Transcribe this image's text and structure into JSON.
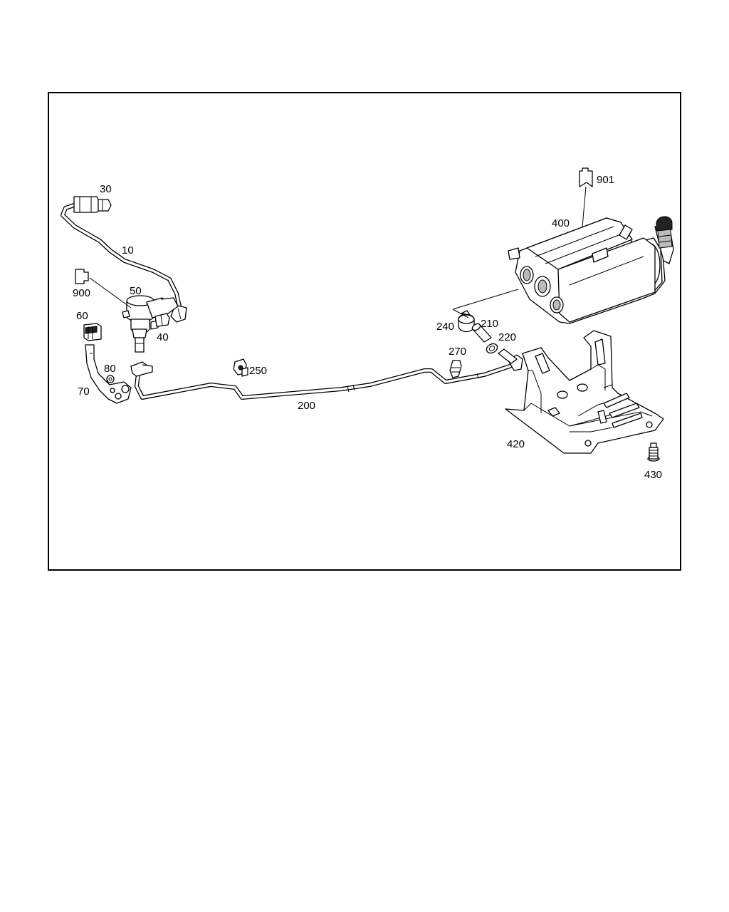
{
  "callouts": {
    "c10": "10",
    "c30": "30",
    "c40": "40",
    "c50": "50",
    "c60": "60",
    "c70": "70",
    "c80": "80",
    "c200": "200",
    "c210": "210",
    "c220": "220",
    "c240": "240",
    "c250": "250",
    "c270": "270",
    "c400": "400",
    "c420": "420",
    "c430": "430",
    "c900": "900",
    "c901": "901"
  }
}
